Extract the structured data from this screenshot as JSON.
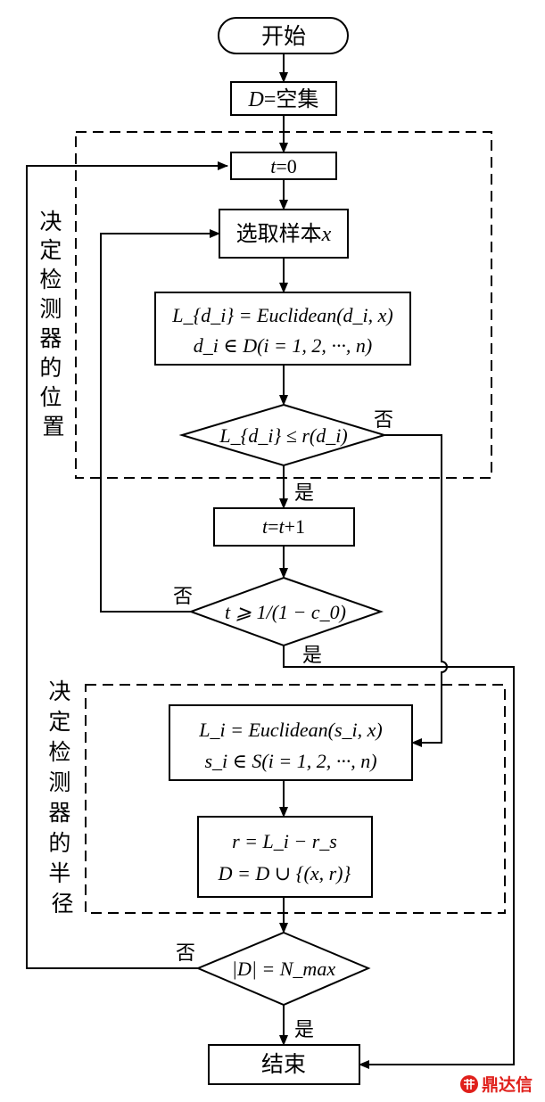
{
  "nodes": {
    "start": "开始",
    "init_d": {
      "var": "D",
      "rest": "=空集"
    },
    "t0": {
      "var": "t",
      "rest": "=0"
    },
    "select": {
      "text": "选取样本",
      "var": "x"
    },
    "dist1": {
      "line1": "L_{d_i} = Euclidean(d_i, x)",
      "line2": "d_i ∈ D(i = 1, 2, ···, n)"
    },
    "cond1": "L_{d_i} ≤ r(d_i)",
    "inc": {
      "a": "t",
      "b": "=",
      "c": "t",
      "d": "+1"
    },
    "cond2": "t ⩾ 1/(1 − c_0)",
    "dist2": {
      "line1": "L_i = Euclidean(s_i, x)",
      "line2": "s_i ∈ S(i = 1, 2, ···, n)"
    },
    "radius": {
      "line1": "r = L_i − r_s",
      "line2": "D = D ∪ {(x, r)}"
    },
    "cond3": "|D| = N_max",
    "end": "结束"
  },
  "groups": {
    "position": [
      "决",
      "定",
      "检",
      "测",
      "器",
      "的",
      "位",
      "置"
    ],
    "radius": [
      "决",
      "定",
      "检",
      "测",
      "器",
      "的",
      "半",
      "径"
    ]
  },
  "labels": {
    "yes": "是",
    "no": "否"
  },
  "watermark": "鼎达信",
  "colors": {
    "line": "#000000",
    "watermark": "#e0201b"
  }
}
